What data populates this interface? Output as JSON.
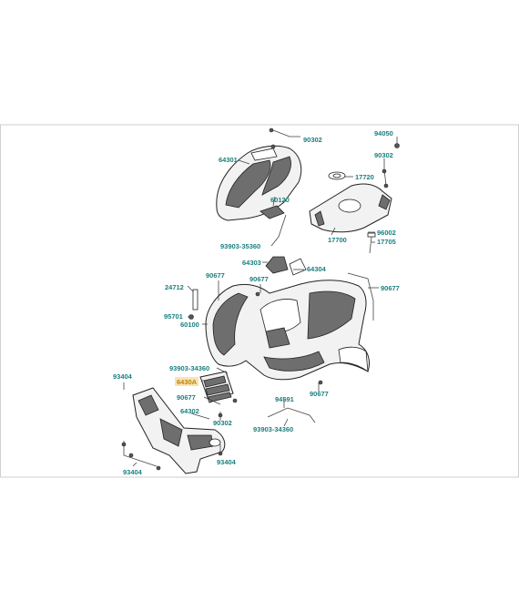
{
  "colors": {
    "label": "#1a7f7f",
    "highlight_label": "#b8860b",
    "highlight_fill": "#fbe3b3",
    "frame_border": "#cfcfcf",
    "line": "#444444"
  },
  "labels": [
    {
      "id": "90302-top",
      "text": "90302"
    },
    {
      "id": "94050",
      "text": "94050"
    },
    {
      "id": "90302-right",
      "text": "90302"
    },
    {
      "id": "64301",
      "text": "64301"
    },
    {
      "id": "17720",
      "text": "17720"
    },
    {
      "id": "60120",
      "text": "60120"
    },
    {
      "id": "96002",
      "text": "96002"
    },
    {
      "id": "17700",
      "text": "17700"
    },
    {
      "id": "17705",
      "text": "17705"
    },
    {
      "id": "93903-35360",
      "text": "93903-35360"
    },
    {
      "id": "64303",
      "text": "64303"
    },
    {
      "id": "64304",
      "text": "64304"
    },
    {
      "id": "90677-upper-left",
      "text": "90677"
    },
    {
      "id": "90677-mid",
      "text": "90677"
    },
    {
      "id": "90677-right",
      "text": "90677"
    },
    {
      "id": "24712",
      "text": "24712"
    },
    {
      "id": "95701",
      "text": "95701"
    },
    {
      "id": "60100",
      "text": "60100"
    },
    {
      "id": "93903-34360-left",
      "text": "93903-34360"
    },
    {
      "id": "6430A",
      "text": "6430A"
    },
    {
      "id": "90677-lower",
      "text": "90677"
    },
    {
      "id": "90677-bottom-right",
      "text": "90677"
    },
    {
      "id": "93404-left",
      "text": "93404"
    },
    {
      "id": "64302",
      "text": "64302"
    },
    {
      "id": "90302-lower",
      "text": "90302"
    },
    {
      "id": "94591",
      "text": "94591"
    },
    {
      "id": "93903-34360-right",
      "text": "93903-34360"
    },
    {
      "id": "93404-bottom-left",
      "text": "93404"
    },
    {
      "id": "93404-bottom-mid",
      "text": "93404"
    }
  ]
}
